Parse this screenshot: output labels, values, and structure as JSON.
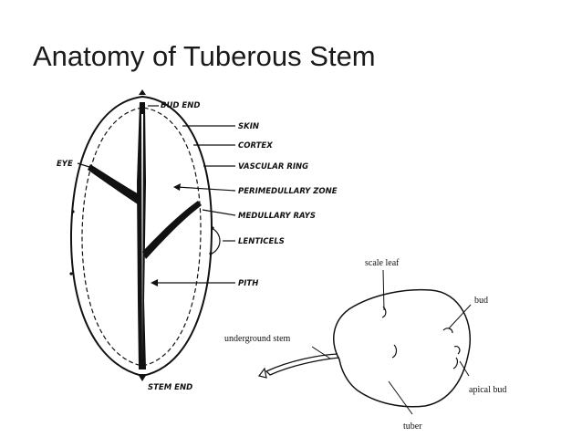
{
  "slide": {
    "title": "Anatomy of Tuberous Stem"
  },
  "section_diagram": {
    "labels": {
      "bud_end": "BUD END",
      "skin": "SKIN",
      "cortex": "CORTEX",
      "vascular_ring": "VASCULAR RING",
      "perimedullary_zone": "PERIMEDULLARY ZONE",
      "medullary_rays": "MEDULLARY RAYS",
      "lenticels": "LENTICELS",
      "pith": "PITH",
      "eye": "EYE",
      "stem_end": "STEM END"
    }
  },
  "tuber_diagram": {
    "labels": {
      "scale_leaf": "scale leaf",
      "bud": "bud",
      "underground_stem": "underground stem",
      "apical_bud": "apical bud",
      "tuber": "tuber"
    }
  }
}
